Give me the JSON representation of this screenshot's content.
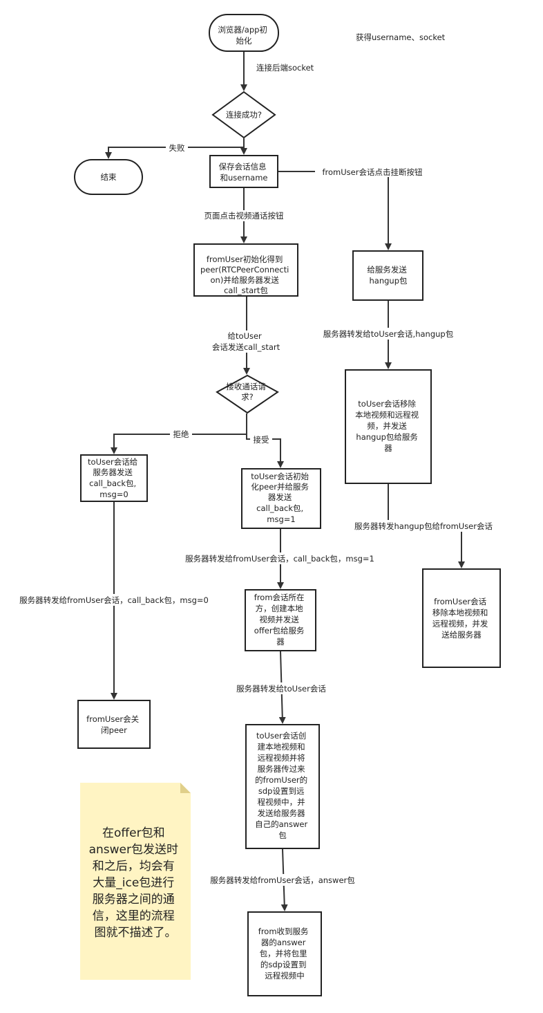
{
  "side_note": "获得username、socket",
  "nodes": {
    "start": [
      "浏览器/app初",
      "始化"
    ],
    "connected_q": [
      "连接成功?"
    ],
    "end": [
      "结束"
    ],
    "save_session": [
      "保存会话信息",
      "和username"
    ],
    "init_peer": [
      "fromUser初始化得到",
      "peer(RTCPeerConnecti",
      "on)并给服务器发送",
      "call_start包"
    ],
    "accept_q": [
      "接收通话请",
      "求?"
    ],
    "reject_send": [
      "toUser会话给",
      "服务器发送",
      "call_back包,",
      "msg=0"
    ],
    "accept_send": [
      "toUser会话初始",
      "化peer并给服务",
      "器发送",
      "call_back包,",
      "msg=1"
    ],
    "create_offer": [
      "from会话所在",
      "方，创建本地",
      "视频并发送",
      "offer包给服务",
      "器"
    ],
    "close_peer": [
      "fromUser会关",
      "闭peer"
    ],
    "create_answer": [
      "toUser会话创",
      "建本地视频和",
      "远程视频并将",
      "服务器传过来",
      "的fromUser的",
      "sdp设置到远",
      "程视频中，并",
      "发送给服务器",
      "自己的answer",
      "包"
    ],
    "receive_answer": [
      "from收到服务",
      "器的answer",
      "包，并将包里",
      "的sdp设置到",
      "远程视频中"
    ],
    "hangup_send": [
      "给服务发送",
      "hangup包"
    ],
    "touser_remove": [
      "toUser会话移除",
      "本地视频和远程视",
      "频，并发送",
      "hangup包给服务",
      "器"
    ],
    "fromuser_remove": [
      "fromUser会话",
      "移除本地视频和",
      "远程视频，并发",
      "送给服务器"
    ]
  },
  "edge_labels": {
    "connect_socket": "连接后端socket",
    "fail": "失败",
    "hangup_click": "fromUser会话点击挂断按钮",
    "video_click": "页面点击视频通话按钮",
    "send_call_start": [
      "给toUser",
      "会话发送call_start"
    ],
    "reject": "拒绝",
    "accept": "接受",
    "forward_msg1": "服务器转发给fromUser会话，call_back包，msg=1",
    "forward_msg0": "服务器转发给fromUser会话，call_back包，msg=0",
    "forward_offer": "服务器转发给toUser会话",
    "forward_answer": "服务器转发给fromUser会话，answer包",
    "forward_hangup_touser": "服务器转发给toUser会话,hangup包",
    "forward_hangup_fromuser": "服务器转发hangup包给fromUser会话"
  },
  "note_text": [
    "在offer包和",
    "answer包发送时",
    "和之后，均会有",
    "大量_ice包进行",
    "服务器之间的通",
    "信，这里的流程",
    "图就不描述了。"
  ],
  "colors": {
    "note_fill": "#fff4c3",
    "stroke": "#222222"
  }
}
